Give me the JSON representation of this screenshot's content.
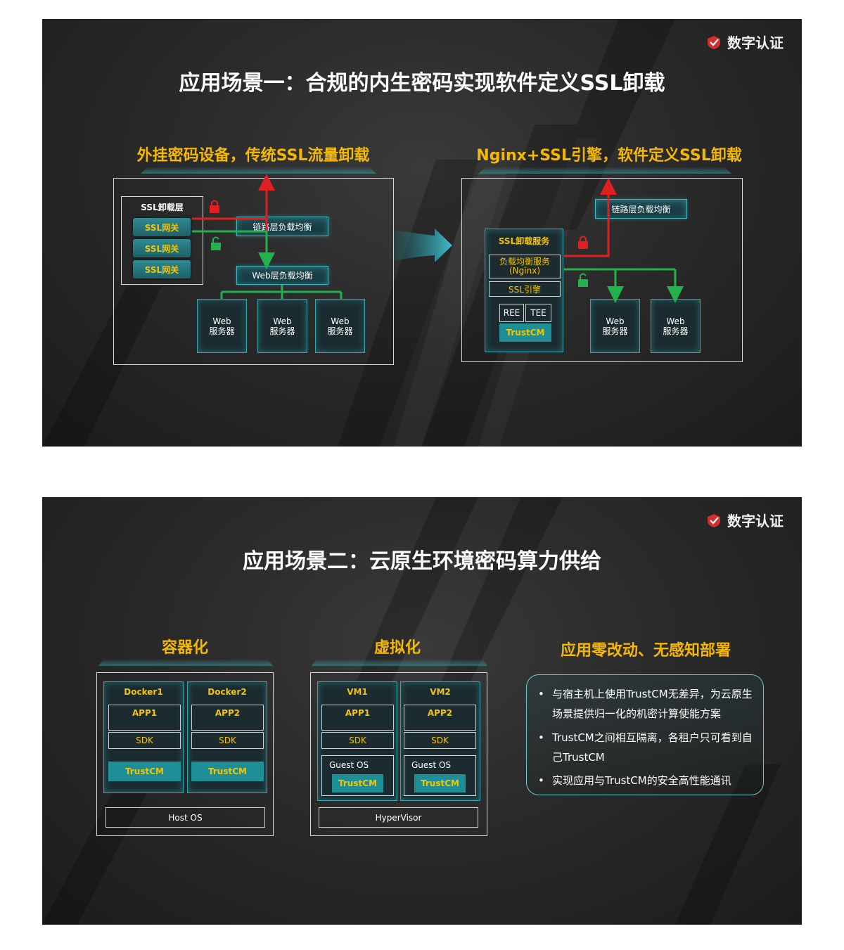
{
  "slide1": {
    "logo_text": "数字认证",
    "title": "应用场景一：合规的内生密码实现软件定义SSL卸载",
    "left": {
      "subtitle": "外挂密码设备，传统SSL流量卸载",
      "ssl_layer_title": "SSL卸载层",
      "ssl_gateways": [
        "SSL网关",
        "SSL网关",
        "SSL网关"
      ],
      "link_lb": "链路层负载均衡",
      "web_lb": "Web层负载均衡",
      "servers": [
        {
          "line1": "Web",
          "line2": "服务器"
        },
        {
          "line1": "Web",
          "line2": "服务器"
        },
        {
          "line1": "Web",
          "line2": "服务器"
        }
      ]
    },
    "right": {
      "subtitle": "Nginx+SSL引擎，软件定义SSL卸载",
      "link_lb": "链路层负载均衡",
      "service_title": "SSL卸载服务",
      "lb_service_line1": "负载均衡服务",
      "lb_service_line2": "(Nginx)",
      "ssl_engine": "SSL引擎",
      "ree": "REE",
      "tee": "TEE",
      "trustcm": "TrustCM",
      "servers": [
        {
          "line1": "Web",
          "line2": "服务器"
        },
        {
          "line1": "Web",
          "line2": "服务器"
        }
      ]
    },
    "colors": {
      "red": "#e02020",
      "green": "#22b14c",
      "teal": "#3fb8c2",
      "gold": "#f5b800"
    }
  },
  "slide2": {
    "logo_text": "数字认证",
    "title": "应用场景二：云原生环境密码算力供给",
    "containerization": {
      "subtitle": "容器化",
      "units": [
        {
          "name": "Docker1",
          "app": "APP1",
          "sdk": "SDK",
          "trust": "TrustCM"
        },
        {
          "name": "Docker2",
          "app": "APP2",
          "sdk": "SDK",
          "trust": "TrustCM"
        }
      ],
      "base": "Host  OS"
    },
    "virtualization": {
      "subtitle": "虚拟化",
      "units": [
        {
          "name": "VM1",
          "app": "APP1",
          "sdk": "SDK",
          "guest": "Guest OS",
          "trust": "TrustCM"
        },
        {
          "name": "VM2",
          "app": "APP2",
          "sdk": "SDK",
          "guest": "Guest OS",
          "trust": "TrustCM"
        }
      ],
      "base": "HyperVisor"
    },
    "benefits": {
      "subtitle": "应用零改动、无感知部署",
      "items": [
        "与宿主机上使用TrustCM无差异，为云原生场景提供归一化的机密计算使能方案",
        "TrustCM之间相互隔离，各租户只可看到自己TrustCM",
        "实现应用与TrustCM的安全高性能通讯"
      ]
    }
  }
}
